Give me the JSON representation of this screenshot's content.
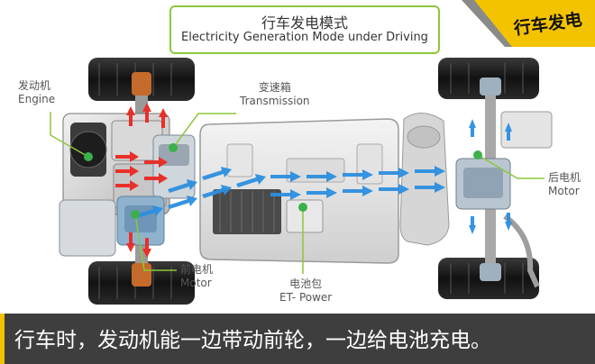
{
  "title": {
    "cn": "行车发电模式",
    "en": "Electricity Generation Mode under Driving"
  },
  "corner_badge": "行车发电",
  "labels": {
    "engine_cn": "发动机",
    "engine_en": "Engine",
    "transmission_cn": "变速箱",
    "transmission_en": "Transmission",
    "front_motor_cn": "前电机",
    "front_motor_en": "Motor",
    "battery_cn": "电池包",
    "battery_en": "ET- Power",
    "rear_motor_cn": "后电机",
    "rear_motor_en": "Motor"
  },
  "caption": "行车时，发动机能一边带动前轮，一边给电池充电。",
  "colors": {
    "accent_green": "#8cc83a",
    "badge_yellow": "#f4c300",
    "flow_red": "#e8302a",
    "flow_blue": "#2c8fe0",
    "caption_bg": "#3e3e3e"
  }
}
